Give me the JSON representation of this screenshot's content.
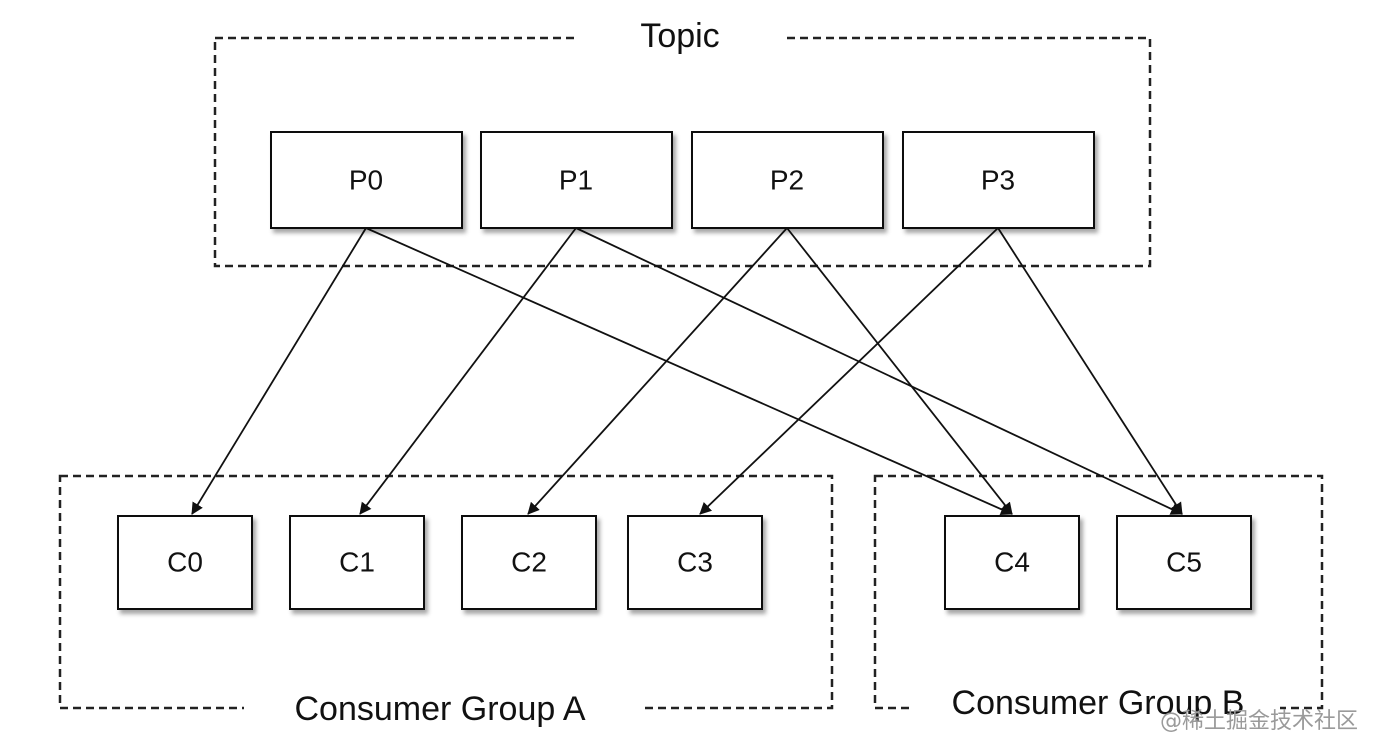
{
  "topic": {
    "title": "Topic",
    "partitions": [
      "P0",
      "P1",
      "P2",
      "P3"
    ]
  },
  "groups": [
    {
      "id": "A",
      "title": "Consumer Group  A",
      "consumers": [
        "C0",
        "C1",
        "C2",
        "C3"
      ]
    },
    {
      "id": "B",
      "title": "Consumer Group  B",
      "consumers": [
        "C4",
        "C5"
      ]
    }
  ],
  "edges": [
    {
      "from": "P0",
      "to": "C0"
    },
    {
      "from": "P0",
      "to": "C4"
    },
    {
      "from": "P1",
      "to": "C1"
    },
    {
      "from": "P1",
      "to": "C5"
    },
    {
      "from": "P2",
      "to": "C2"
    },
    {
      "from": "P2",
      "to": "C4"
    },
    {
      "from": "P3",
      "to": "C3"
    },
    {
      "from": "P3",
      "to": "C5"
    }
  ],
  "watermark": "@稀土掘金技术社区"
}
